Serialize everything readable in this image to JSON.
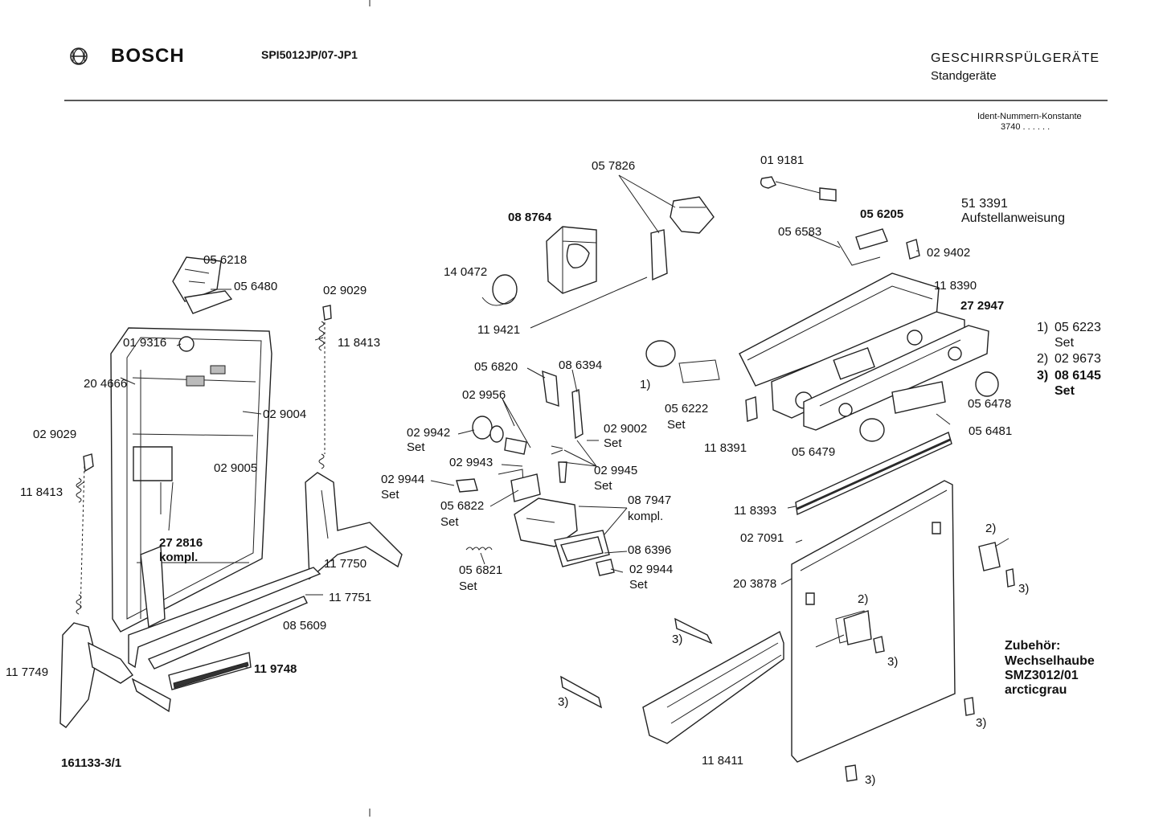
{
  "header": {
    "brand": "BOSCH",
    "brand_logo_icon": "bosch-armature-logo-icon",
    "model": "SPI5012JP/07-JP1",
    "category_line1": "GESCHIRRSPÜLGERÄTE",
    "category_line2": "Standgeräte",
    "ident_title": "Ident-Nummern-Konstante",
    "ident_value": "3740  . .   . . . ."
  },
  "notes": {
    "aufstell_number": "51 3391",
    "aufstell_text": "Aufstellanweisung",
    "legend": [
      {
        "ref": "1)",
        "part": "05 6223",
        "suffix": "Set"
      },
      {
        "ref": "2)",
        "part": "02 9673",
        "suffix": ""
      },
      {
        "ref": "3)",
        "part": "08 6145",
        "suffix": "Set"
      }
    ],
    "zubehoer": [
      "Zubehör:",
      "Wechselhaube",
      "SMZ3012/01",
      "arcticgrau"
    ]
  },
  "footer": {
    "drawing_number": "161133-3/1"
  },
  "labels": [
    {
      "id": "l-057826",
      "text": "05 7826"
    },
    {
      "id": "l-019181",
      "text": "01 9181"
    },
    {
      "id": "l-088764",
      "text": "08 8764"
    },
    {
      "id": "l-056205",
      "text": "05 6205"
    },
    {
      "id": "l-056583",
      "text": "05 6583"
    },
    {
      "id": "l-029402",
      "text": "02 9402"
    },
    {
      "id": "l-056218",
      "text": "05 6218"
    },
    {
      "id": "l-056480",
      "text": "05 6480"
    },
    {
      "id": "l-140472",
      "text": "14 0472"
    },
    {
      "id": "l-029029a",
      "text": "02 9029"
    },
    {
      "id": "l-118390",
      "text": "11 8390"
    },
    {
      "id": "l-272947",
      "text": "27 2947"
    },
    {
      "id": "l-119421",
      "text": "11 9421"
    },
    {
      "id": "l-019316",
      "text": "01 9316"
    },
    {
      "id": "l-118413a",
      "text": "11 8413"
    },
    {
      "id": "l-204666",
      "text": "20 4666"
    },
    {
      "id": "l-056820",
      "text": "05 6820"
    },
    {
      "id": "l-086394",
      "text": "08 6394"
    },
    {
      "id": "l-ref1a",
      "text": "1)"
    },
    {
      "id": "l-056478",
      "text": "05 6478"
    },
    {
      "id": "l-029956",
      "text": "02 9956"
    },
    {
      "id": "l-056222",
      "text": "05 6222"
    },
    {
      "id": "l-056222set",
      "text": "Set"
    },
    {
      "id": "l-029004",
      "text": "02 9004"
    },
    {
      "id": "l-029029b",
      "text": "02 9029"
    },
    {
      "id": "l-029942",
      "text": "02 9942"
    },
    {
      "id": "l-029942set",
      "text": "Set"
    },
    {
      "id": "l-029002",
      "text": "02 9002"
    },
    {
      "id": "l-029002set",
      "text": "Set"
    },
    {
      "id": "l-056481",
      "text": "05 6481"
    },
    {
      "id": "l-118391",
      "text": "11 8391"
    },
    {
      "id": "l-056479",
      "text": "05 6479"
    },
    {
      "id": "l-029005",
      "text": "02 9005"
    },
    {
      "id": "l-029943",
      "text": "02 9943"
    },
    {
      "id": "l-029945",
      "text": "02 9945"
    },
    {
      "id": "l-029945set",
      "text": "Set"
    },
    {
      "id": "l-029944a",
      "text": "02 9944"
    },
    {
      "id": "l-029944aset",
      "text": "Set"
    },
    {
      "id": "l-118413b",
      "text": "11 8413"
    },
    {
      "id": "l-087947",
      "text": "08 7947"
    },
    {
      "id": "l-087947k",
      "text": "kompl."
    },
    {
      "id": "l-056822",
      "text": "05 6822"
    },
    {
      "id": "l-056822set",
      "text": "Set"
    },
    {
      "id": "l-118393",
      "text": "11 8393"
    },
    {
      "id": "l-ref2a",
      "text": "2)"
    },
    {
      "id": "l-272816",
      "text": "27 2816"
    },
    {
      "id": "l-272816k",
      "text": "kompl."
    },
    {
      "id": "l-027091",
      "text": "02 7091"
    },
    {
      "id": "l-086396",
      "text": "08 6396"
    },
    {
      "id": "l-117750",
      "text": "11 7750"
    },
    {
      "id": "l-056821",
      "text": "05 6821"
    },
    {
      "id": "l-056821set",
      "text": "Set"
    },
    {
      "id": "l-029944b",
      "text": "02 9944"
    },
    {
      "id": "l-029944bset",
      "text": "Set"
    },
    {
      "id": "l-ref3a",
      "text": "3)"
    },
    {
      "id": "l-203878",
      "text": "20 3878"
    },
    {
      "id": "l-117751",
      "text": "11 7751"
    },
    {
      "id": "l-ref2b",
      "text": "2)"
    },
    {
      "id": "l-085609",
      "text": "08 5609"
    },
    {
      "id": "l-ref3b",
      "text": "3)"
    },
    {
      "id": "l-ref3c",
      "text": "3)"
    },
    {
      "id": "l-119748",
      "text": "11 9748"
    },
    {
      "id": "l-117749",
      "text": "11 7749"
    },
    {
      "id": "l-ref3d",
      "text": "3)"
    },
    {
      "id": "l-ref3e",
      "text": "3)"
    },
    {
      "id": "l-118411",
      "text": "11 8411"
    },
    {
      "id": "l-ref3f",
      "text": "3)"
    }
  ]
}
